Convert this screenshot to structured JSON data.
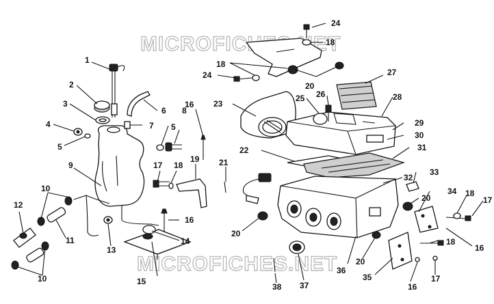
{
  "watermark": "MICROFICHES.NET",
  "callouts": {
    "c1": "1",
    "c2": "2",
    "c3": "3",
    "c4": "4",
    "c5a": "5",
    "c5b": "5",
    "c6": "6",
    "c7": "7",
    "c8": "8",
    "c9": "9",
    "c10a": "10",
    "c10b": "10",
    "c11": "11",
    "c12": "12",
    "c13": "13",
    "c14": "14",
    "c15": "15",
    "c16a": "16",
    "c16b": "16",
    "c16c": "16",
    "c16d": "16",
    "c17a": "17",
    "c17b": "17",
    "c17c": "17",
    "c18a": "18",
    "c18b": "18",
    "c18c": "18",
    "c18d": "18",
    "c18e": "18",
    "c19": "19",
    "c20a": "20",
    "c20b": "20",
    "c20c": "20",
    "c20d": "20",
    "c21": "21",
    "c22": "22",
    "c23": "23",
    "c24a": "24",
    "c24b": "24",
    "c25": "25",
    "c26": "26",
    "c27": "27",
    "c28": "28",
    "c29": "29",
    "c30": "30",
    "c31": "31",
    "c32": "32",
    "c33": "33",
    "c34": "34",
    "c35": "35",
    "c36": "36",
    "c37": "37",
    "c38": "38"
  }
}
